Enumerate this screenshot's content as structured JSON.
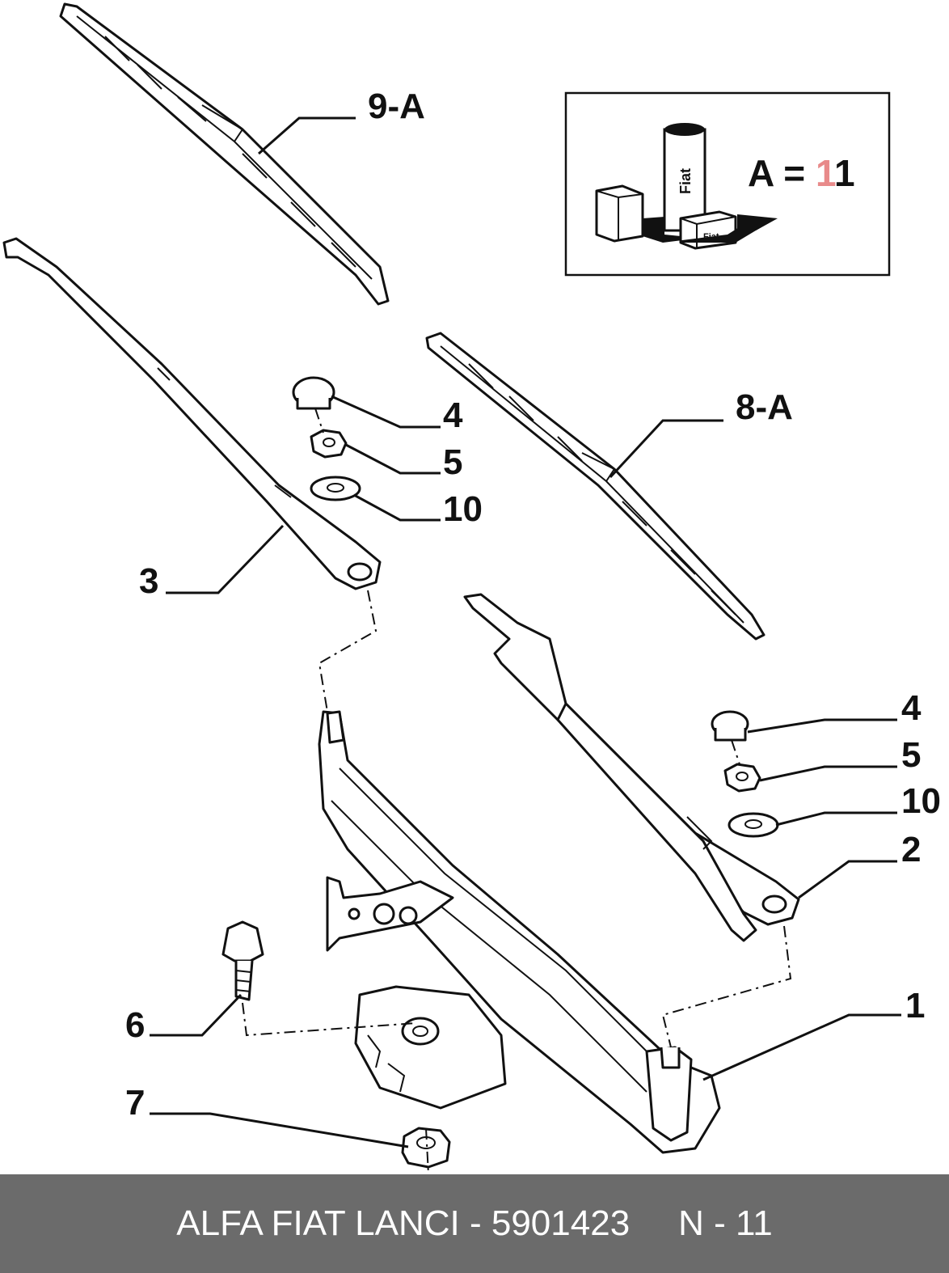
{
  "callouts": {
    "c9a": "9-A",
    "c8a": "8-A",
    "c4a": "4",
    "c5a": "5",
    "c10a": "10",
    "c3": "3",
    "c4b": "4",
    "c5b": "5",
    "c10b": "10",
    "c2": "2",
    "c1": "1",
    "c6": "6",
    "c7": "7"
  },
  "legend": {
    "prefix": "A = ",
    "value_first": "1",
    "value_second": "1",
    "tube_label": "Fiat",
    "box_label": "Fiat"
  },
  "footer": {
    "part_text": "ALFA FIAT LANCI - 5901423",
    "page_text": "N - 11"
  },
  "colors": {
    "footer_bg": "#6b6b6b",
    "highlight": "#e88a8a"
  }
}
